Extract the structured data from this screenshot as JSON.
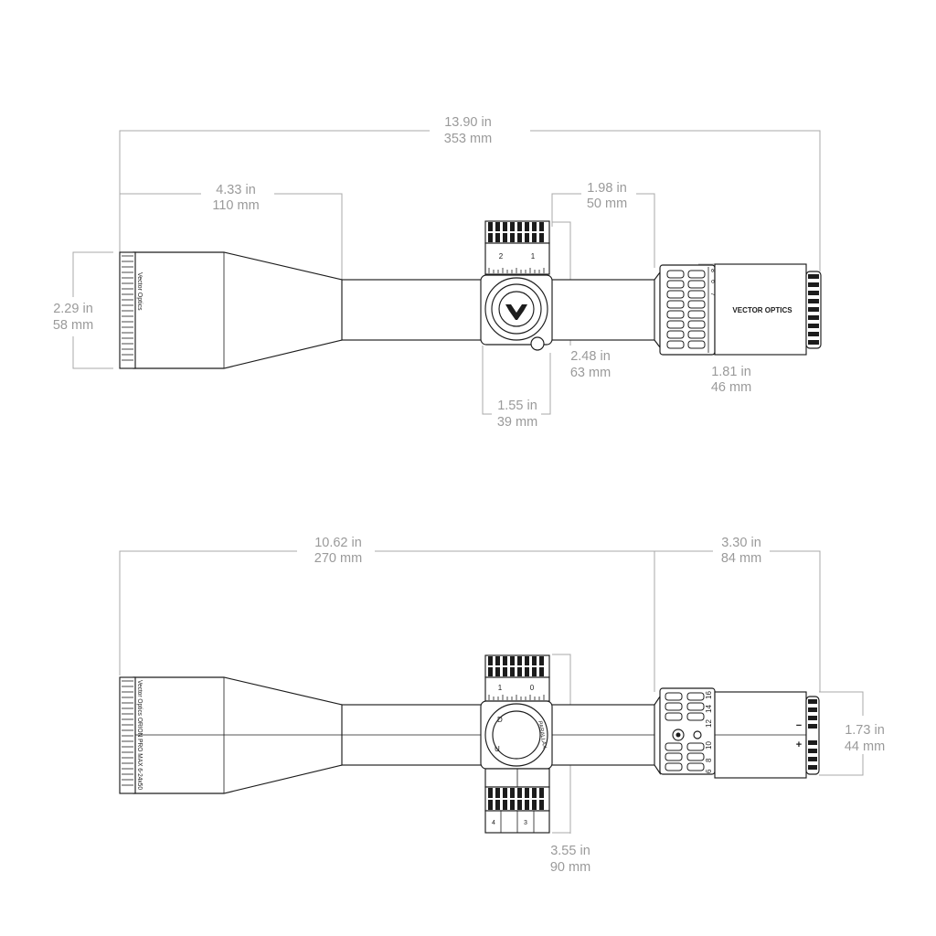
{
  "top_view": {
    "total_length": {
      "in": "13.90 in",
      "mm": "353 mm"
    },
    "objective_bell_length": {
      "in": "4.33 in",
      "mm": "110 mm"
    },
    "eyepiece_length": {
      "in": "1.98 in",
      "mm": "50 mm"
    },
    "objective_diameter": {
      "in": "2.29 in",
      "mm": "58 mm"
    },
    "turret_height": {
      "in": "2.48 in",
      "mm": "63 mm"
    },
    "turret_housing_width": {
      "in": "1.55 in",
      "mm": "39 mm"
    },
    "eyepiece_diameter": {
      "in": "1.81 in",
      "mm": "46 mm"
    },
    "turret_numbers": [
      "2",
      "1"
    ],
    "zoom_numbers": [
      "6",
      "7",
      "8"
    ],
    "brand_mark": "VECTOR OPTICS",
    "objective_marking": "Vector Optics"
  },
  "side_view": {
    "objective_to_power_ring": {
      "in": "10.62 in",
      "mm": "270 mm"
    },
    "eyepiece_length": {
      "in": "3.30 in",
      "mm": "84 mm"
    },
    "eyepiece_diameter": {
      "in": "1.73 in",
      "mm": "44 mm"
    },
    "turret_to_bottom": {
      "in": "3.55 in",
      "mm": "90 mm"
    },
    "objective_marking": "Vector Optics ORION PRO MAX 6-24x50",
    "turret_numbers": [
      "1",
      "0"
    ],
    "side_knob_letters": [
      "D",
      "U"
    ],
    "side_knob_text": "PARALLAX",
    "zoom_numbers": [
      "6",
      "8",
      "10",
      "12",
      "14",
      "16"
    ],
    "diopter_symbols": [
      "+",
      "−"
    ],
    "bottom_turret_numbers": [
      "4",
      "3"
    ]
  },
  "colors": {
    "outline": "#1c1c1c",
    "dimension": "#a8a8a8",
    "dimension_text": "#9a9a9a"
  }
}
